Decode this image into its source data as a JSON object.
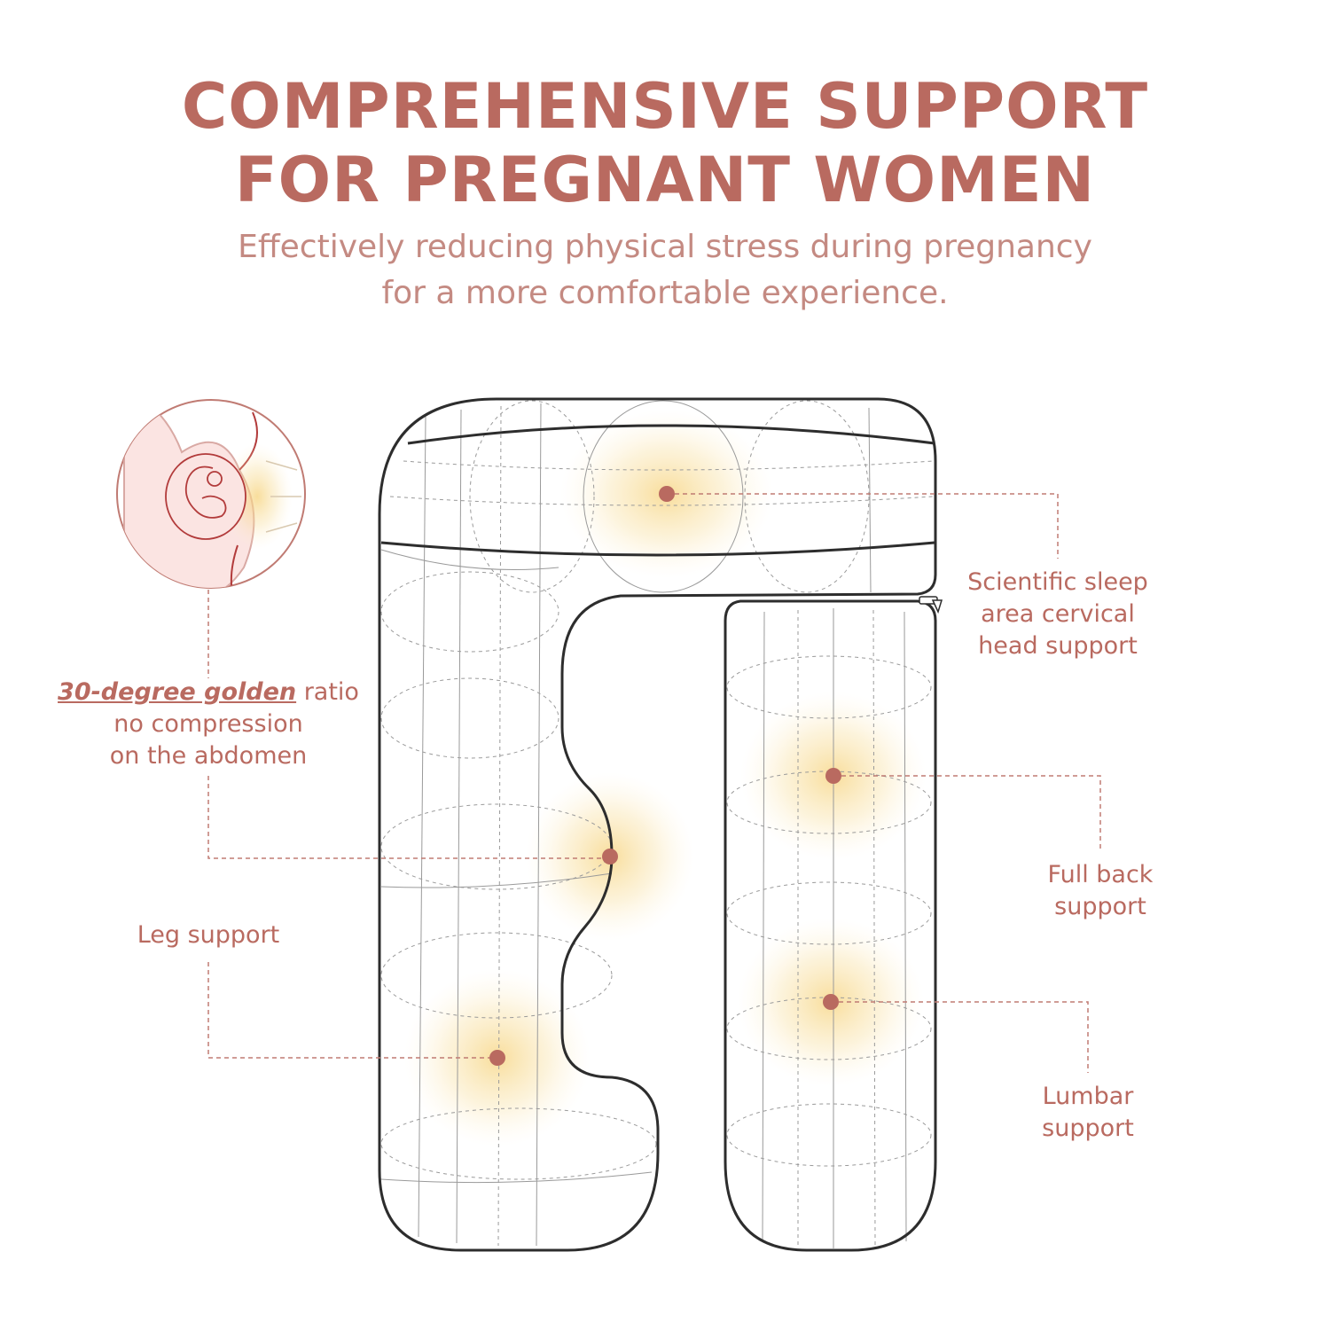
{
  "title": {
    "line1": "COMPREHENSIVE SUPPORT",
    "line2": "FOR PREGNANT WOMEN"
  },
  "subtitle": {
    "line1": "Effectively reducing physical stress during pregnancy",
    "line2": "for a more comfortable experience."
  },
  "callouts": {
    "abdomen": {
      "emphasis": "30-degree golden",
      "rest": " ratio",
      "line2": "no compression",
      "line3": "on the abdomen"
    },
    "head": {
      "line1": "Scientific sleep",
      "line2": "area cervical",
      "line3": "head support"
    },
    "back": {
      "line1": "Full back",
      "line2": "support"
    },
    "leg": {
      "line1": "Leg support"
    },
    "lumbar": {
      "line1": "Lumbar",
      "line2": "support"
    }
  },
  "icons": {
    "pregnant_belly": "pregnant-belly-fetus-icon",
    "zipper": "zipper-icon"
  },
  "colors": {
    "headline": "#b96a60",
    "subtitle": "#c48a82",
    "callout_text": "#b96a60",
    "marker": "#b96a60",
    "leader_line": "#c07b73",
    "glow": "#f6d27a",
    "pillow_outline": "#2d2d2d",
    "wireframe": "#9a9a9a",
    "belly_fill": "#fbe4e2",
    "belly_line": "#b23b3b"
  }
}
